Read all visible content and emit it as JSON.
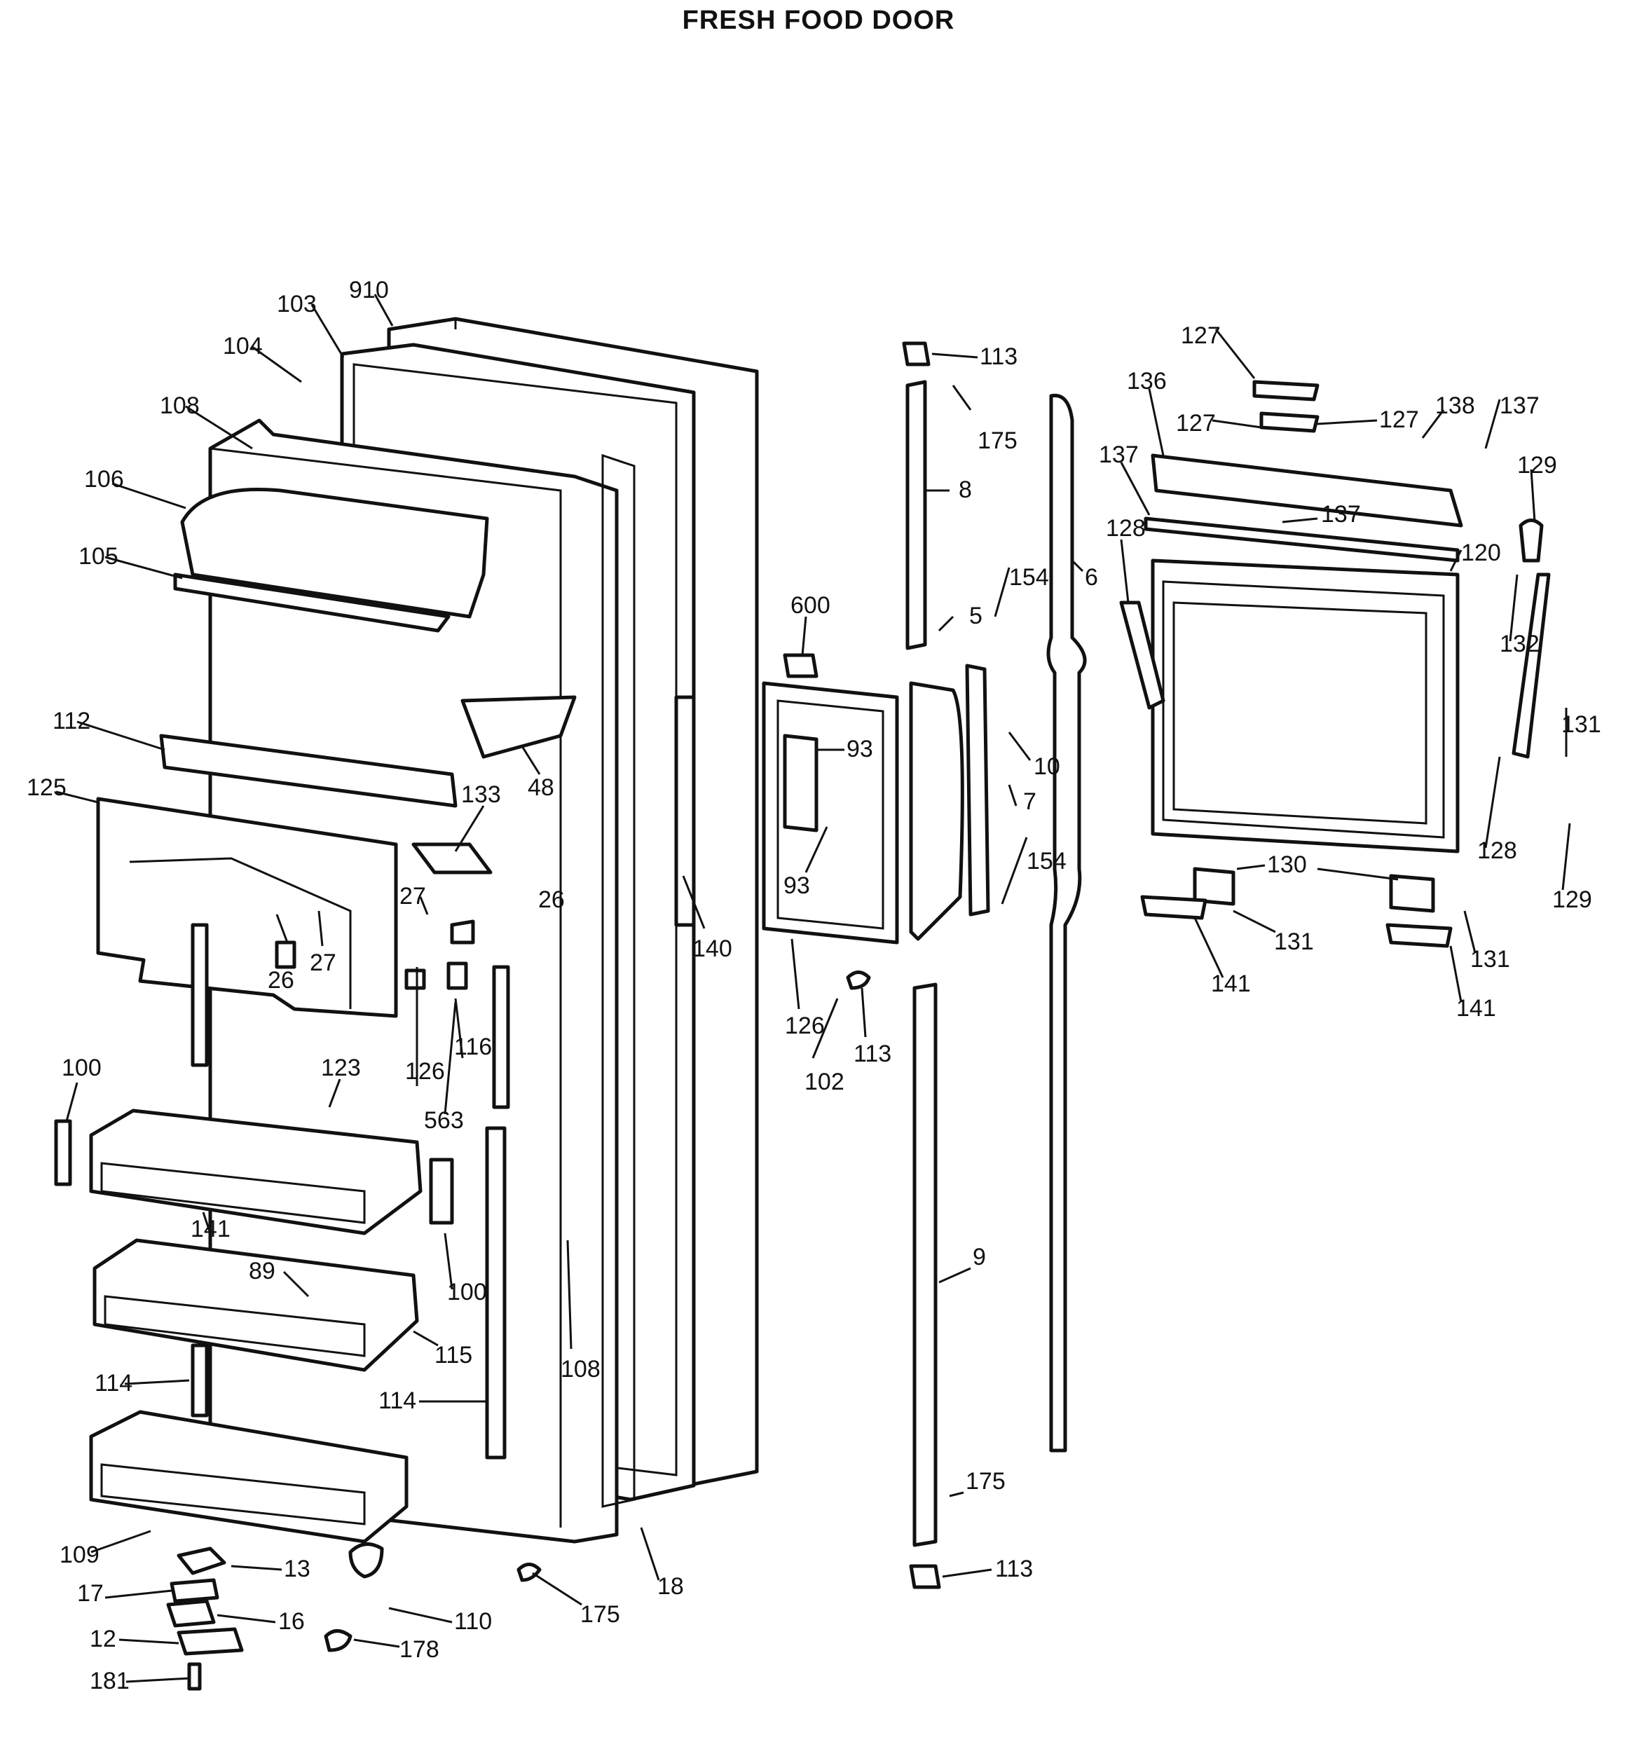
{
  "title": "FRESH FOOD DOOR",
  "callouts": [
    "910",
    "103",
    "104",
    "108",
    "106",
    "105",
    "112",
    "125",
    "133",
    "48",
    "27",
    "26",
    "26",
    "27",
    "100",
    "123",
    "126",
    "116",
    "563",
    "141",
    "89",
    "100",
    "115",
    "114",
    "114",
    "108",
    "109",
    "13",
    "17",
    "16",
    "12",
    "181",
    "110",
    "178",
    "175",
    "18",
    "140",
    "600",
    "93",
    "93",
    "126",
    "102",
    "113",
    "113",
    "175",
    "8",
    "5",
    "154",
    "10",
    "7",
    "154",
    "6",
    "9",
    "175",
    "113",
    "127",
    "127",
    "127",
    "136",
    "138",
    "137",
    "137",
    "137",
    "128",
    "120",
    "129",
    "132",
    "131",
    "128",
    "129",
    "130",
    "131",
    "131",
    "131",
    "141",
    "141"
  ]
}
